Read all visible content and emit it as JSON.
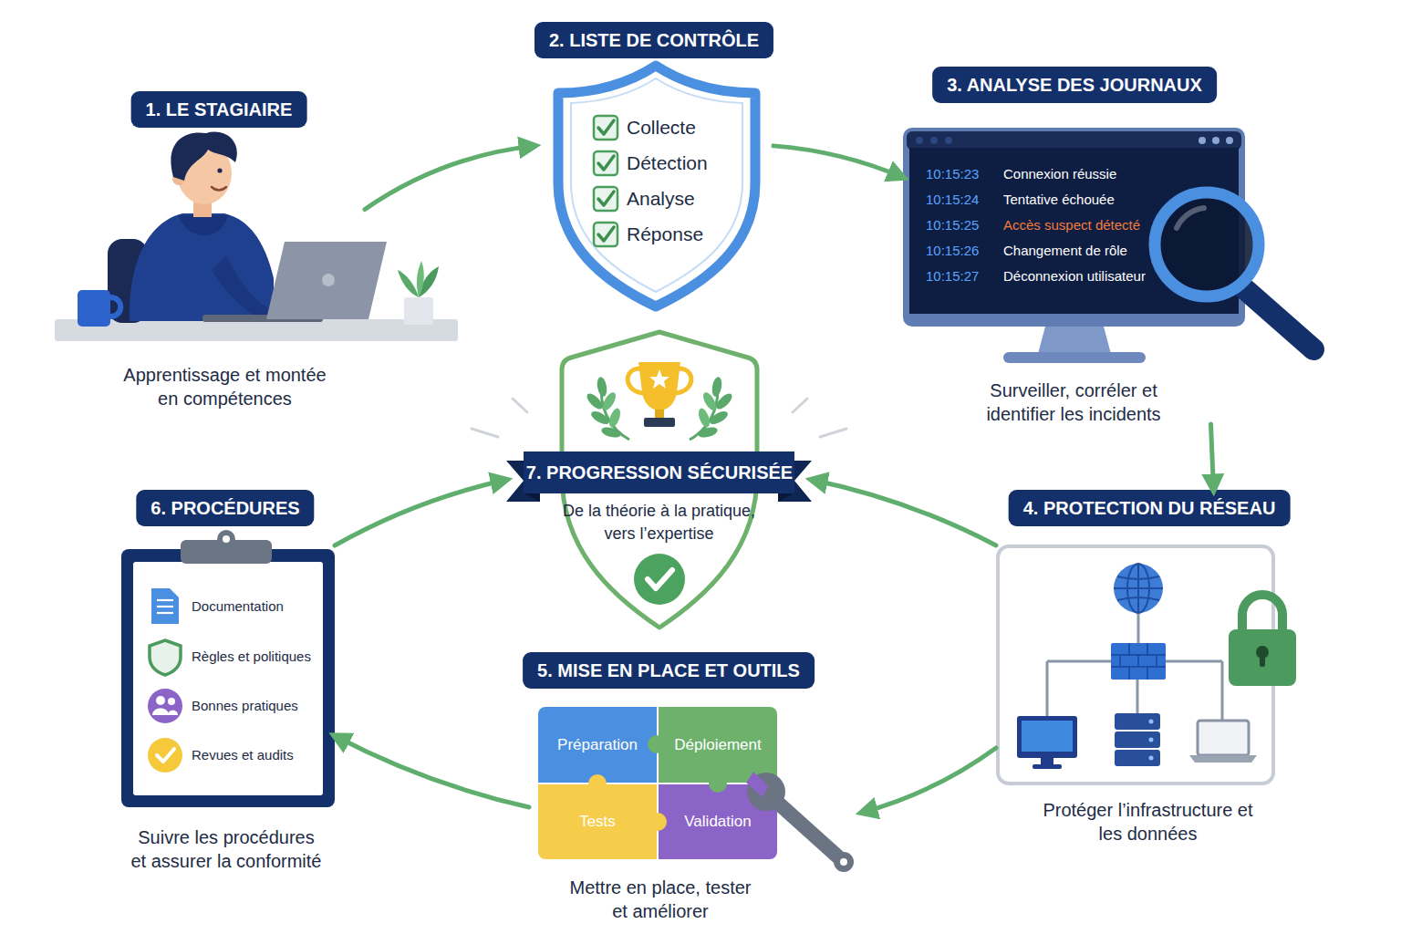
{
  "diagram": {
    "nodes": [
      {
        "text": [
          "1. LE STAGIAIRE",
          "Apprentissage et montée en compétences"
        ]
      },
      {
        "text": [
          "2. LISTE DE CONTRÔLE",
          "Collecte",
          "Détection",
          "Analyse",
          "Réponse"
        ]
      },
      {
        "text": [
          "3. ANALYSE DES JOURNAUX",
          "10:15:23",
          "Connexion réussie",
          "10:15:24",
          "Tentative échouée",
          "10:15:25",
          "Accès suspect détecté",
          "10:15:26",
          "Changement de rôle",
          "10:15:27",
          "Déconnexion utilisateur",
          "Surveiller, corréler et identifier les incidents"
        ]
      },
      {
        "text": [
          "4. PROTECTION DU RÉSEAU",
          "Protéger l’infrastructure et les données"
        ]
      },
      {
        "text": [
          "5. MISE EN PLACE ET OUTILS",
          "Mettre en place, tester et améliorer"
        ]
      },
      {
        "text": [
          "Préparation"
        ],
        "in": 4
      },
      {
        "text": [
          "Déploiement"
        ],
        "in": 4
      },
      {
        "text": [
          "Tests"
        ],
        "in": 4
      },
      {
        "text": [
          "Validation"
        ],
        "in": 4
      },
      {
        "text": [
          "6. PROCÉDURES",
          "Documentation",
          "Règles et politiques",
          "Bonnes pratiques",
          "Revues et audits",
          "Suivre les procédures et assurer la conformité"
        ]
      },
      {
        "text": [
          "7. PROGRESSION SÉCURISÉE",
          "De la théorie à la pratique, vers l’expertise"
        ]
      }
    ],
    "edges": [
      {
        "from": 0,
        "to": 1,
        "arrow": "to"
      },
      {
        "from": 1,
        "to": 2,
        "arrow": "to"
      },
      {
        "from": 2,
        "to": 3,
        "arrow": "to"
      },
      {
        "from": 3,
        "to": 4,
        "arrow": "to"
      },
      {
        "from": 4,
        "to": 9,
        "arrow": "to"
      },
      {
        "from": 9,
        "to": 10,
        "arrow": "to"
      },
      {
        "from": 3,
        "to": 10,
        "arrow": "to"
      }
    ]
  }
}
